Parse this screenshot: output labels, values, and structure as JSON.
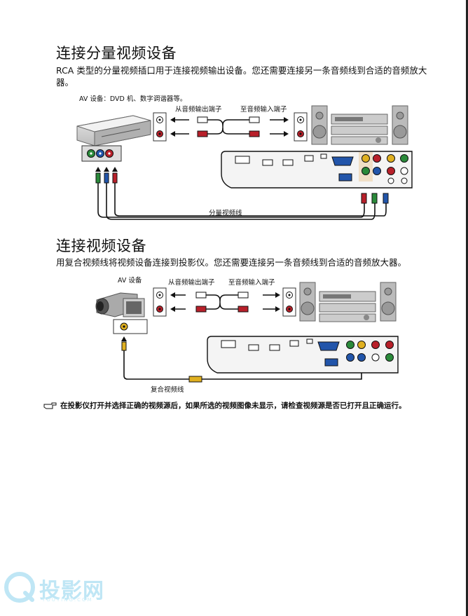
{
  "section1": {
    "title": "连接分量视频设备",
    "description": "RCA 类型的分量视频插口用于连接视频输出设备。您还需要连接另一条音频线到合适的音频放大器。",
    "av_device_label": "AV 设备：DVD 机、数字调谐器等。",
    "audio_out_label": "从音频输出端子",
    "audio_in_label": "至音频输入端子",
    "cable_label": "分量视频线"
  },
  "section2": {
    "title": "连接视频设备",
    "description": "用复合视频线将视频设备连接到投影仪。您还需要连接另一条音频线到合适的音频放大器。",
    "av_device_label": "AV 设备",
    "audio_out_label": "从音频输出端子",
    "audio_in_label": "至音频输入端子",
    "cable_label": "复合视频线"
  },
  "note": {
    "icon": "pointing-hand-icon",
    "text": "在投影仪打开并选择正确的视频源后，如果所选的视频图像未显示，请检查视频源是否已打开且正确运行。"
  },
  "watermark": {
    "text": "投影网",
    "sub": "TOUYING.COM"
  },
  "colors": {
    "green": "#2a8a3a",
    "blue": "#2255aa",
    "red": "#b8202a",
    "yellow": "#e0b020",
    "orange": "#e08a10",
    "gray": "#777777"
  }
}
